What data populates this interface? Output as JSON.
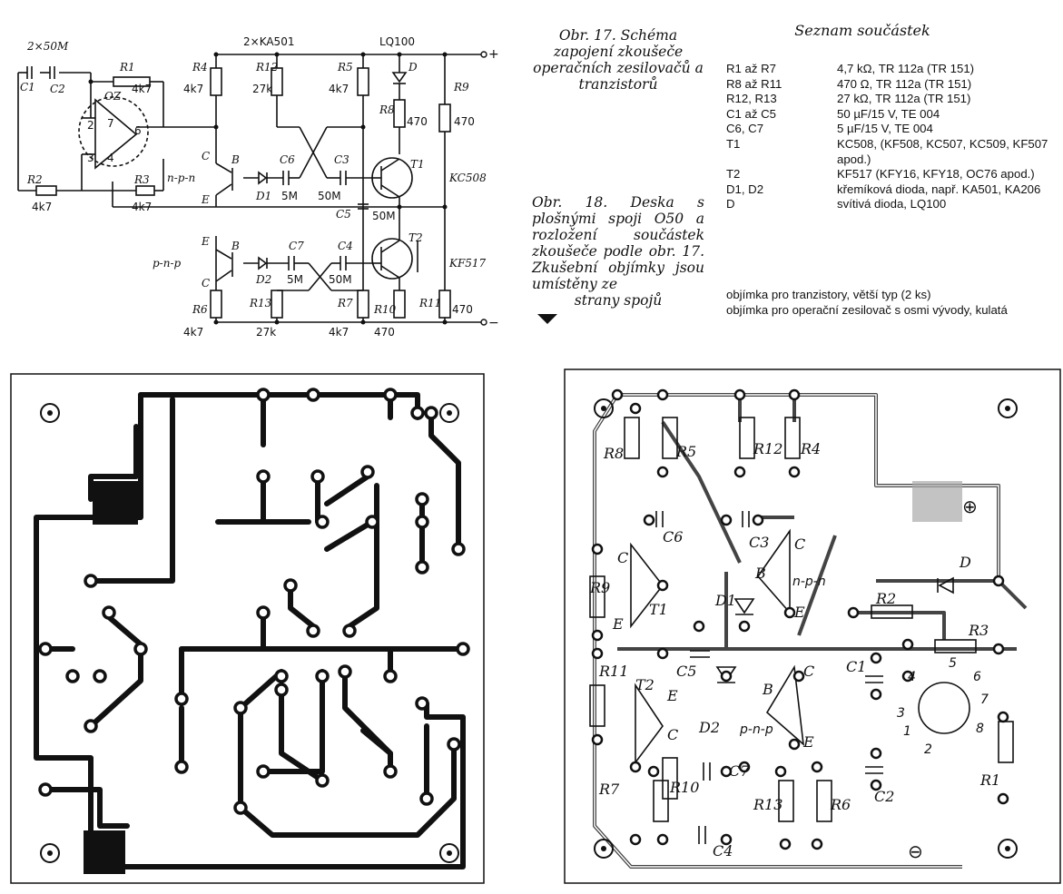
{
  "schematic": {
    "cap_label": "2×50M",
    "c1": "C1",
    "c2": "C2",
    "r1": "R1",
    "r1_val": "4k7",
    "oz": "OZ",
    "pin2": "2",
    "pin7": "7",
    "pin6": "6",
    "pin3": "3",
    "pin4": "4",
    "r2": "R2",
    "r2_val": "4k7",
    "r3": "R3",
    "r3_val": "4k7",
    "diode_pair": "2×KA501",
    "led": "LQ100",
    "d": "D",
    "r4": "R4",
    "r4_val": "4k7",
    "r12": "R12",
    "r12_val": "27k",
    "r5": "R5",
    "r5_val": "4k7",
    "r8": "R8",
    "r8_val": "470",
    "r9": "R9",
    "r9_val": "470",
    "plus": "+",
    "minus": "−",
    "c_top": "C",
    "npn": "n-p-n",
    "b_top": "B",
    "d1": "D1",
    "e_top": "E",
    "c6": "C6",
    "c6_val": "5M",
    "c3": "C3",
    "c3_val": "50M",
    "t1": "T1",
    "t1_type": "KC508",
    "c5": "C5",
    "c5_val": "50M",
    "e_bot": "E",
    "pnp": "p-n-p",
    "b_bot": "B",
    "d2": "D2",
    "c_bot": "C",
    "c7": "C7",
    "c7_val": "5M",
    "c4": "C4",
    "c4_val": "50M",
    "t2": "T2",
    "t2_type": "KF517",
    "r6": "R6",
    "r6_val": "4k7",
    "r13": "R13",
    "r13_val": "27k",
    "r7": "R7",
    "r7_val": "4k7",
    "r10": "R10",
    "r10_val": "470",
    "r11": "R11",
    "r11_val": "470"
  },
  "captions": {
    "fig17": "Obr. 17. Schéma zapojení zkoušeče operačních zesilovačů a tranzistorů",
    "fig18_body": "Obr. 18. Deska s plošnými spoji O50 a rozložení součástek zkoušeče podle obr. 17. Zkušební objímky jsou umístěny ze",
    "fig18_last": "strany spojů"
  },
  "parts_list": {
    "title": "Seznam součástek",
    "rows": [
      {
        "designator": "R1 až R7",
        "value": "4,7 kΩ, TR 112a (TR 151)"
      },
      {
        "designator": "R8 až R11",
        "value": "470 Ω, TR 112a (TR 151)"
      },
      {
        "designator": "R12, R13",
        "value": "27 kΩ, TR 112a (TR 151)"
      },
      {
        "designator": "C1 až C5",
        "value": "50 µF/15 V, TE 004"
      },
      {
        "designator": "C6, C7",
        "value": "5 µF/15 V, TE 004"
      },
      {
        "designator": "T1",
        "value": "KC508, (KF508, KC507, KC509, KF507 apod.)"
      },
      {
        "designator": "T2",
        "value": "KF517 (KFY16, KFY18, OC76 apod.)"
      },
      {
        "designator": "D1, D2",
        "value": "křemíková dioda, např. KA501, KA206"
      },
      {
        "designator": "D",
        "value": "svítivá dioda, LQ100"
      }
    ],
    "note1": "objímka pro tranzistory, větší typ (2 ks)",
    "note2": "objímka pro operační zesilovač s osmi vývody, kulatá"
  },
  "layout_labels": {
    "r8": "R8",
    "r5": "R5",
    "r12": "R12",
    "r4": "R4",
    "plus": "⊕",
    "c6": "C6",
    "c3": "C3",
    "c_t1": "C",
    "c_n": "C",
    "r9": "R9",
    "t1": "T1",
    "e_t1": "E",
    "b_n": "B",
    "d1": "D1",
    "npn": "n-p-n",
    "e_n": "E",
    "d": "D",
    "r2": "R2",
    "r3": "R3",
    "r11": "R11",
    "t2": "T2",
    "c5": "C5",
    "e_t2": "E",
    "c1": "C1",
    "pin1": "1",
    "pin2": "2",
    "pin3": "3",
    "pin4": "4",
    "pin5": "5",
    "pin6": "6",
    "pin7": "7",
    "pin8": "8",
    "c_t2": "C",
    "d2": "D2",
    "b_p": "B",
    "pnp": "p-n-p",
    "c_p": "C",
    "e_p": "E",
    "r7": "R7",
    "r10": "R10",
    "c7": "C7",
    "r13": "R13",
    "r6": "R6",
    "c4": "C4",
    "r1": "R1",
    "c2": "C2",
    "minus": "⊖"
  }
}
